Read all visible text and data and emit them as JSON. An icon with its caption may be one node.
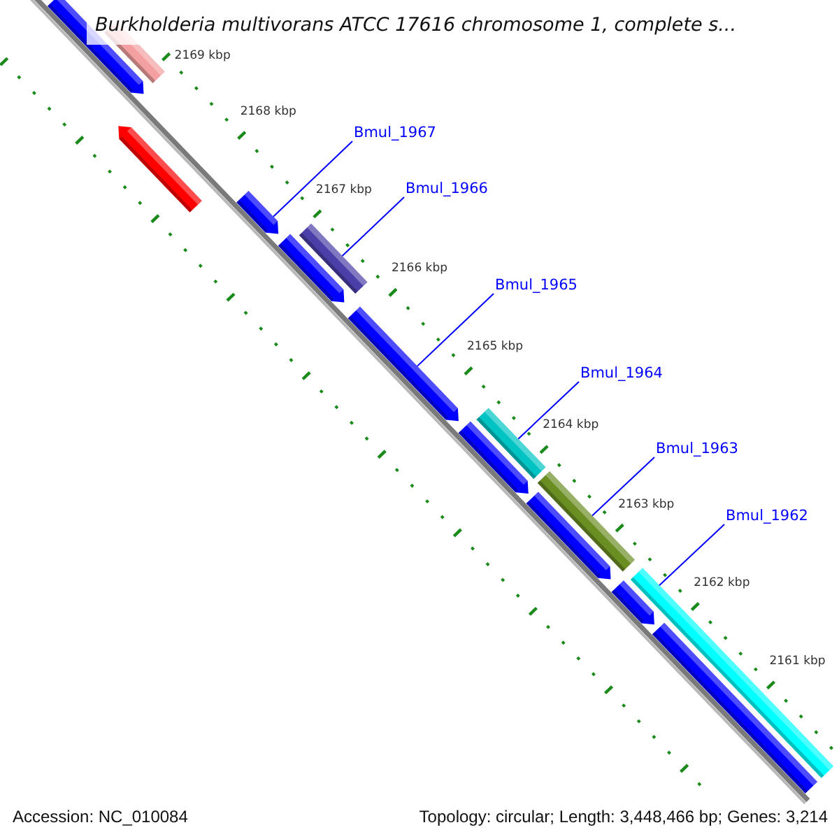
{
  "diagram": {
    "title": "Burkholderia multivorans ATCC 17616 chromosome 1, complete s...",
    "nodes": [
      {
        "text": [
          "Bmul_1967"
        ]
      },
      {
        "text": [
          "Bmul_1966"
        ]
      },
      {
        "text": [
          "Bmul_1965"
        ]
      },
      {
        "text": [
          "Bmul_1964"
        ]
      },
      {
        "text": [
          "Bmul_1963"
        ]
      },
      {
        "text": [
          "Bmul_1962"
        ]
      },
      {
        "text": [],
        "shape": "arrow"
      },
      {
        "text": [],
        "shape": "bar"
      },
      {
        "text": [],
        "shape": "arrow"
      },
      {
        "text": [],
        "shape": "arrow"
      },
      {
        "text": [],
        "shape": "arrow"
      },
      {
        "text": [],
        "shape": "bar"
      },
      {
        "text": [],
        "shape": "arrow"
      },
      {
        "text": [],
        "shape": "arrow"
      },
      {
        "text": [],
        "shape": "bar"
      },
      {
        "text": [],
        "shape": "arrow"
      },
      {
        "text": [],
        "shape": "bar"
      },
      {
        "text": [],
        "shape": "arrow"
      },
      {
        "text": [],
        "shape": "bar"
      },
      {
        "text": [],
        "shape": "bar"
      }
    ],
    "edges": [
      {
        "from": 0,
        "to": 9,
        "arrow": "none"
      },
      {
        "from": 1,
        "to": 11,
        "arrow": "none"
      },
      {
        "from": 2,
        "to": 12,
        "arrow": "none"
      },
      {
        "from": 3,
        "to": 14,
        "arrow": "none"
      },
      {
        "from": 4,
        "to": 16,
        "arrow": "none"
      },
      {
        "from": 5,
        "to": 18,
        "arrow": "none"
      }
    ],
    "labels": [
      "2169 kbp",
      "2168 kbp",
      "2167 kbp",
      "2166 kbp",
      "2165 kbp",
      "2164 kbp",
      "2163 kbp",
      "2162 kbp",
      "2161 kbp",
      "Accession: NC_010084",
      "Topology: circular; Length: 3,448,466 bp; Genes: 3,214"
    ]
  }
}
